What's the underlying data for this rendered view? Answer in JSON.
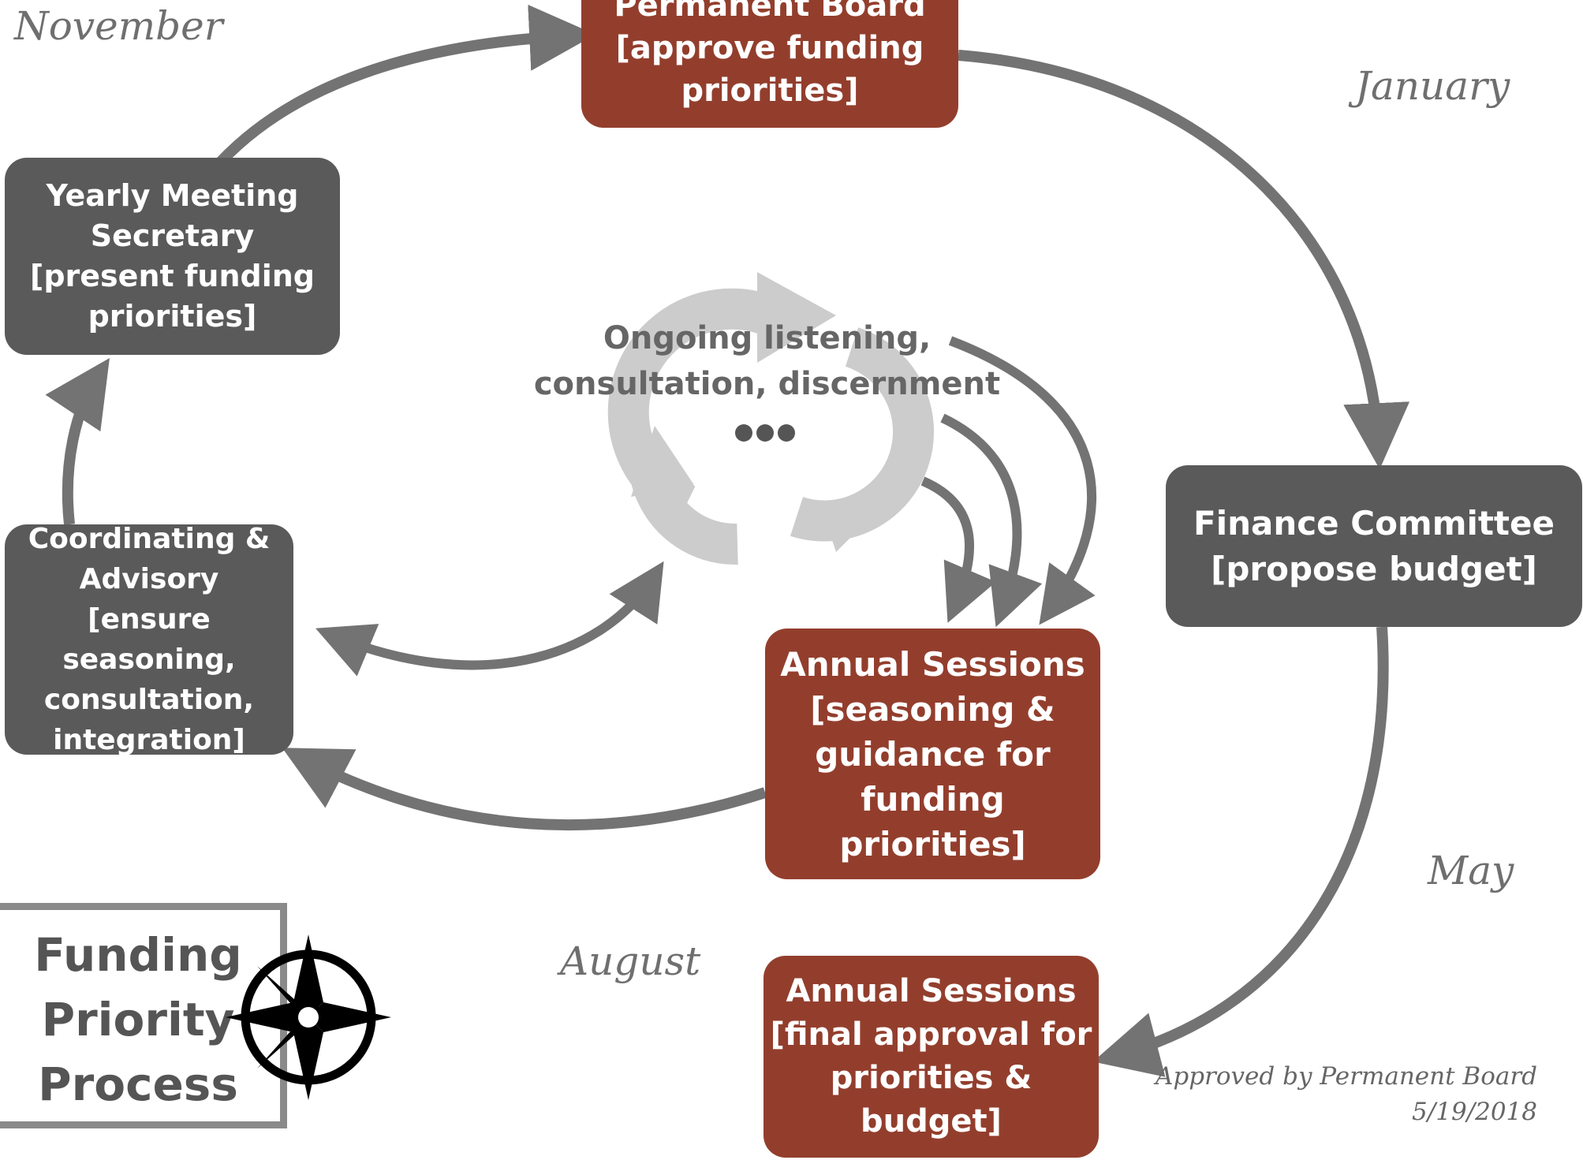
{
  "months": {
    "november": "November",
    "january": "January",
    "may": "May",
    "august": "August"
  },
  "nodes": {
    "permanent_board": "Permanent Board\n[approve funding\npriorities]",
    "yearly_meeting_secretary": "Yearly Meeting\nSecretary\n[present funding\npriorities]",
    "finance_committee": "Finance Committee\n[propose budget]",
    "coordinating_advisory": "Coordinating &\nAdvisory\n[ensure seasoning,\nconsultation,\nintegration]",
    "annual_sessions_guidance": "Annual Sessions\n[seasoning &\nguidance for\nfunding priorities]",
    "annual_sessions_final": "Annual Sessions\n[final approval for\npriorities & budget]"
  },
  "center": {
    "text": "Ongoing listening,\nconsultation, discernment"
  },
  "title": "Funding\nPriority\nProcess",
  "approval": {
    "line1": "Approved by Permanent Board",
    "line2": "5/19/2018"
  },
  "colors": {
    "gray_box": "#5a5a5a",
    "red_box": "#933e2d",
    "arrow": "#737373",
    "cycle": "#cccccc",
    "month_text": "#6f6f6f"
  },
  "icons": {
    "cycle": "recycle-arrows-icon",
    "ellipsis": "ellipsis-icon",
    "compass": "compass-rose-icon"
  }
}
